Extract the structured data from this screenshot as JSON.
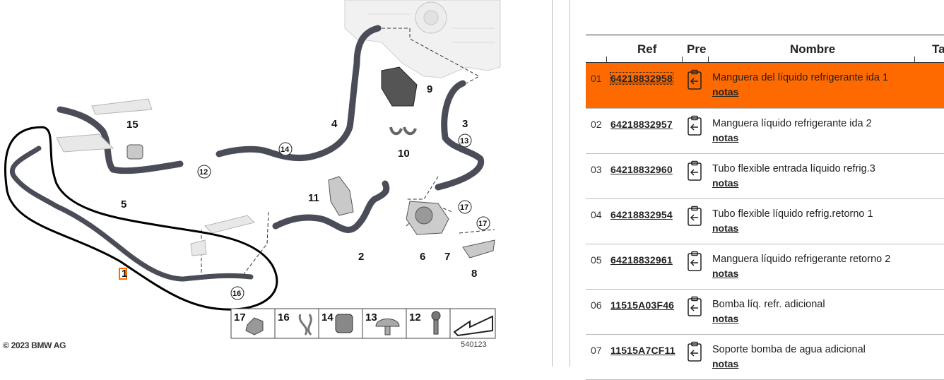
{
  "diagram": {
    "copyright": "© 2023 BMW AG",
    "image_code": "540123",
    "callouts": [
      "1",
      "2",
      "3",
      "4",
      "5",
      "6",
      "7",
      "8",
      "9",
      "10",
      "11",
      "12",
      "13",
      "14",
      "15",
      "16",
      "17"
    ],
    "legend_numbers": [
      "17",
      "16",
      "14",
      "13",
      "12"
    ]
  },
  "table": {
    "headers": {
      "ref": "Ref",
      "pre": "Pre",
      "name": "Nombre",
      "ta": "Ta"
    },
    "rows": [
      {
        "pos": "01",
        "ref": "64218832958",
        "name": "Manguera del líquido refrigerante ida 1",
        "notes": "notas"
      },
      {
        "pos": "02",
        "ref": "64218832957",
        "name": "Manguera líquido refrigerante ida 2",
        "notes": "notas"
      },
      {
        "pos": "03",
        "ref": "64218832960",
        "name": "Tubo flexible entrada líquido refrig.3",
        "notes": "notas"
      },
      {
        "pos": "04",
        "ref": "64218832954",
        "name": "Tubo flexible líquido refrig.retorno 1",
        "notes": "notas"
      },
      {
        "pos": "05",
        "ref": "64218832961",
        "name": "Manguera líquido refrigerante retorno 2",
        "notes": "notas"
      },
      {
        "pos": "06",
        "ref": "11515A03F46",
        "name": "Bomba líq. refr. adicional",
        "notes": "notas"
      },
      {
        "pos": "07",
        "ref": "11515A7CF11",
        "name": "Soporte bomba de agua adicional",
        "notes": "notas"
      }
    ]
  },
  "colors": {
    "selected_row": "#ff6a00",
    "hose": "#4a4d57",
    "highlight": "#ff6a00"
  }
}
